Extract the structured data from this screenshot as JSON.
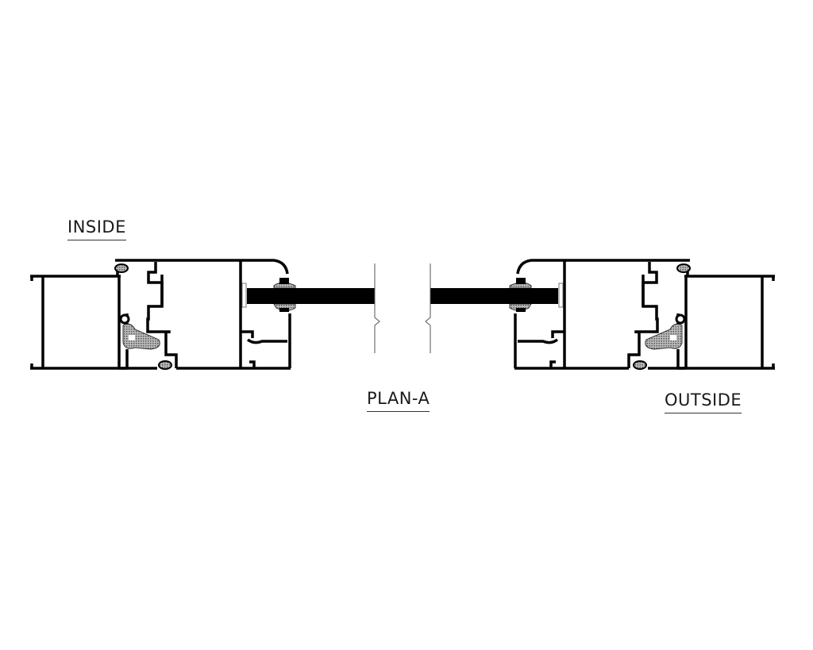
{
  "labels": {
    "inside": "INSIDE",
    "plan": "PLAN-A",
    "outside": "OUTSIDE"
  },
  "colors": {
    "profile": "#000000",
    "gasket": "#8a8a8a",
    "glass": "#000000"
  }
}
